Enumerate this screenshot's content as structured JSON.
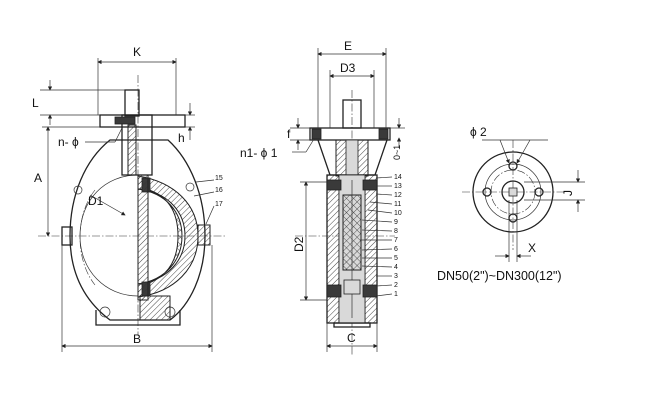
{
  "front_view": {
    "dims": {
      "K": "K",
      "L": "L",
      "h": "h",
      "n_phi": "n- ϕ",
      "A": "A",
      "D1": "D1",
      "B": "B"
    },
    "parts": [
      "15",
      "16",
      "17"
    ]
  },
  "side_view": {
    "dims": {
      "E": "E",
      "D3": "D3",
      "f": "f",
      "n1_phi1": "n1- ϕ 1",
      "zero_one": "0~1",
      "D2": "D2",
      "C": "C"
    },
    "parts": [
      "14",
      "13",
      "12",
      "11",
      "10",
      "9",
      "8",
      "7",
      "6",
      "5",
      "4",
      "3",
      "2",
      "1"
    ]
  },
  "flange_view": {
    "dims": {
      "phi2": "ϕ 2",
      "J": "J",
      "X": "X"
    },
    "caption": "DN50(2\")~DN300(12\")"
  }
}
